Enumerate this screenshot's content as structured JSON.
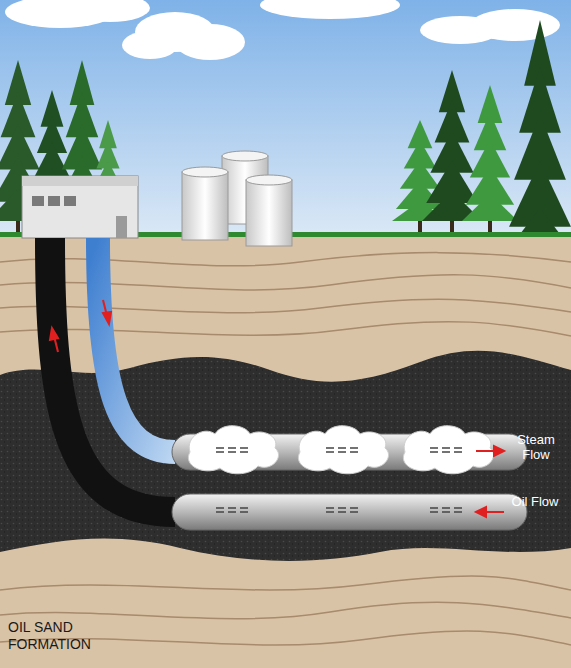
{
  "diagram": {
    "labels": [
      "Steam Flow",
      "Oil Flow",
      "OIL SAND FORMATION"
    ]
  }
}
